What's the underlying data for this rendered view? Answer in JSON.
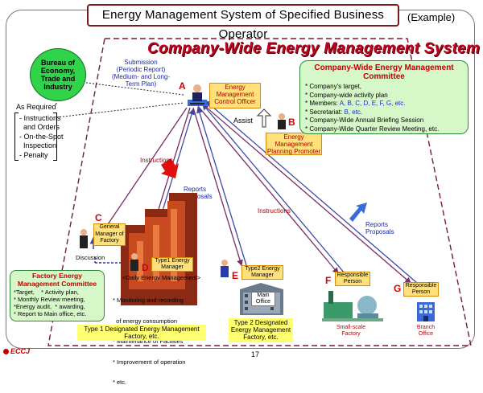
{
  "header": {
    "title": "Energy Management System of Specified Business Operator",
    "example": "(Example)",
    "system_title": "Company-Wide Energy Management System"
  },
  "bureau": {
    "label": "Bureau of Economy, Trade and Industry",
    "as_required": "As Required",
    "items": [
      "- Instructions\n  and Orders",
      "- On-the-Spot\n  Inspection",
      "- Penalty"
    ]
  },
  "submission": "Submission (Periodic Report) (Medium- and Long-Term Plan)",
  "officer": {
    "letter": "A",
    "label": "Energy Management Control Officer"
  },
  "promoter": {
    "letter": "B",
    "label": "Energy Management Planning Promoter",
    "assist": "Assist"
  },
  "committee": {
    "title": "Company-Wide Energy Management Committee",
    "items": [
      "*  Company's target,",
      "*  Company-wide activity plan",
      "*  Members: ",
      "* Secretariat: ",
      "* Company-Wide Annual Briefing Session",
      "* Company-Wide Quarter Review Meeting, etc."
    ],
    "members": "A, B, C, D, E, F, G, etc.",
    "secretariat": "B, etc."
  },
  "labels": {
    "instructions_1": "Instructions",
    "reports_1": "Reports Proposals",
    "instructions_2": "Instructions",
    "reports_2": "Reports Proposals",
    "discussion": "Discussion"
  },
  "general_manager": {
    "letter": "C",
    "label": "General Manager of Factory"
  },
  "type1_manager": {
    "letter": "D",
    "label": "Type1 Energy Manager"
  },
  "type1_management": {
    "title": "<Daily Energy Management>",
    "items": [
      "* Monitoring and recording",
      "  of energy consumption",
      "* Maintenance of Facilities",
      "* Improvement of operation",
      "* etc."
    ]
  },
  "type1_factory": "Type 1 Designated Energy Management Factory, etc.",
  "factory_committee": {
    "title": "Factory Energy Management Committee",
    "items": [
      "*Target,    * Activity plan,",
      "* Monthly Review meeting,",
      "*Energy audit,  * awarding,",
      "* Report to Main office, etc."
    ]
  },
  "type2": {
    "letter": "E",
    "manager": "Type2 Energy Manager",
    "main_office": "Main Office",
    "factory": "Type 2 Designated Energy Management Factory, etc."
  },
  "small_factory": {
    "letter": "F",
    "person": "Responsible Person",
    "label": "Small-scale Factory"
  },
  "branch": {
    "letter": "G",
    "person": "Responsible Person",
    "label": "Branch Office"
  },
  "footer": {
    "logo": "ECCJ",
    "page": "17"
  },
  "colors": {
    "frame_dash": "#7a1a3a",
    "arrow_purple": "#7a2a6a",
    "arrow_blue": "#3a4aaa",
    "accent_red": "#c00020",
    "committee_bg": "#d6f7c8",
    "label_yellow": "#ffff70",
    "label_orange": "#ffe07a",
    "bureau_green": "#2fd44a"
  }
}
